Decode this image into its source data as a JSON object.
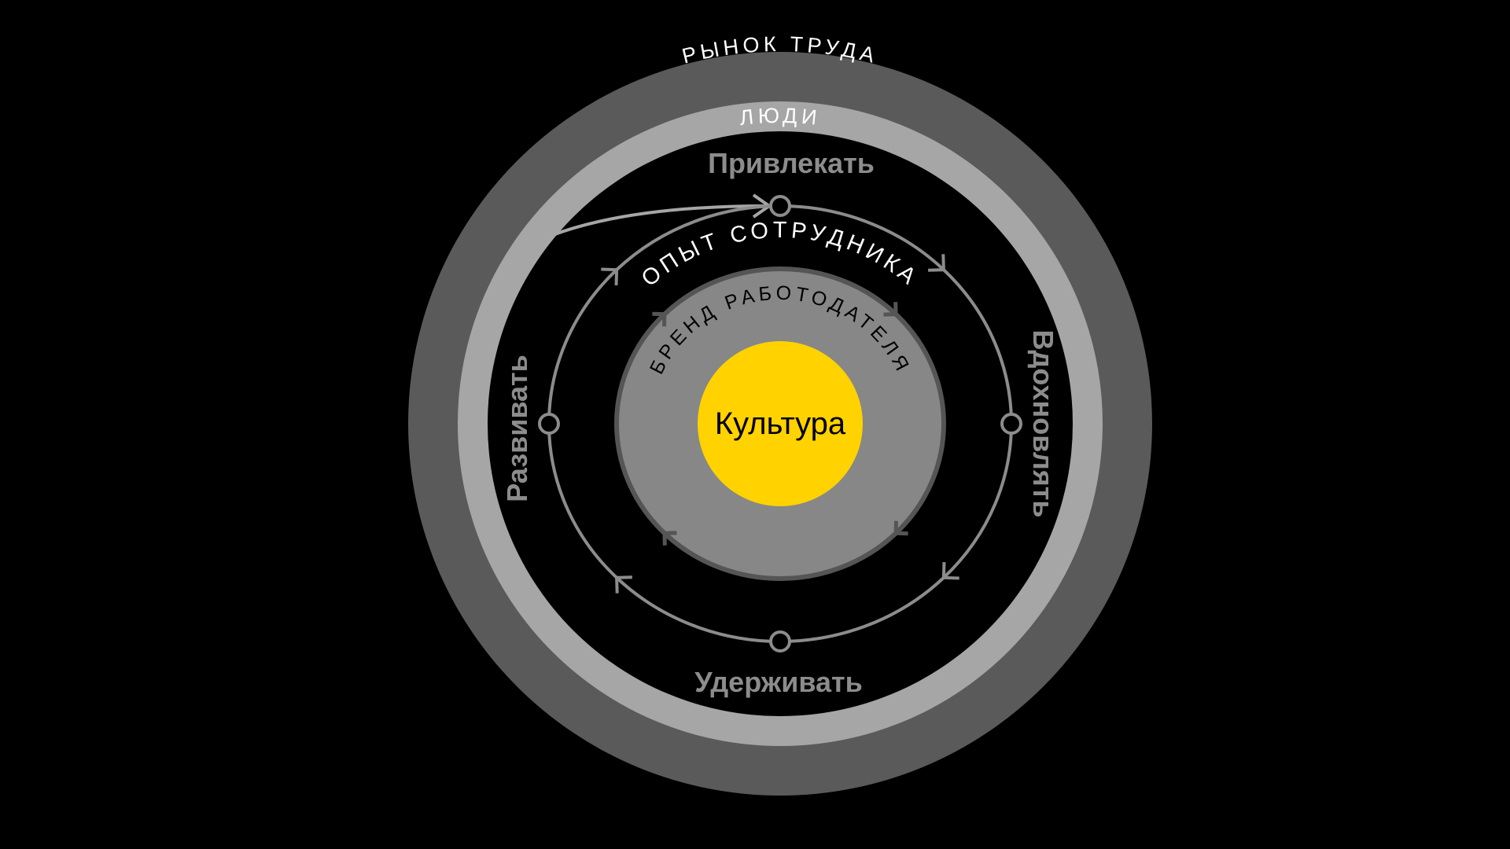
{
  "rings": {
    "outer": "РЫНОК ТРУДА",
    "people": "ЛЮДИ",
    "experience": "ОПЫТ СОТРУДНИКА",
    "brand": "БРЕНД РАБОТОДАТЕЛЯ",
    "core": "Культура"
  },
  "stages": {
    "top": "Привлекать",
    "right": "Вдохновлять",
    "bottom": "Удерживать",
    "left": "Развивать"
  },
  "colors": {
    "outer_ring": "#5a5a5a",
    "people_ring": "#a6a6a6",
    "orbit": "#8c8c8c",
    "brand_disk": "#878787",
    "core": "#ffd200"
  }
}
